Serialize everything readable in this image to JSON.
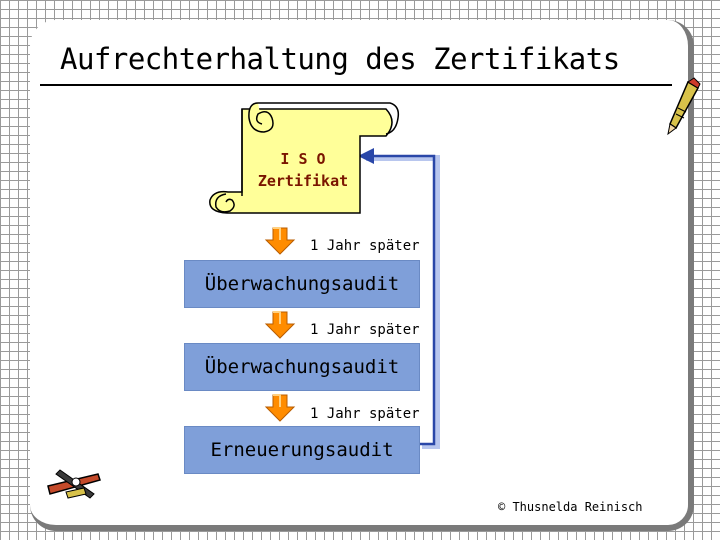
{
  "title": "Aufrechterhaltung des Zertifikats",
  "certificate": {
    "line1": "I S O",
    "line2": "Zertifikat"
  },
  "steps": [
    {
      "interval": "1 Jahr später",
      "label": "Überwachungsaudit"
    },
    {
      "interval": "1 Jahr später",
      "label": "Überwachungsaudit"
    },
    {
      "interval": "1 Jahr später",
      "label": "Erneuerungsaudit"
    }
  ],
  "copyright": "© Thusnelda Reinisch",
  "icons": {
    "scroll": "certificate-scroll-icon",
    "arrow": "down-arrow-icon",
    "pencil": "pencil-icon",
    "tools": "compass-tools-icon"
  },
  "colors": {
    "box": "#7f9fd9",
    "scroll": "#ffff99",
    "arrow": "#ff8c00",
    "feedback_line": "#2a47a8"
  }
}
